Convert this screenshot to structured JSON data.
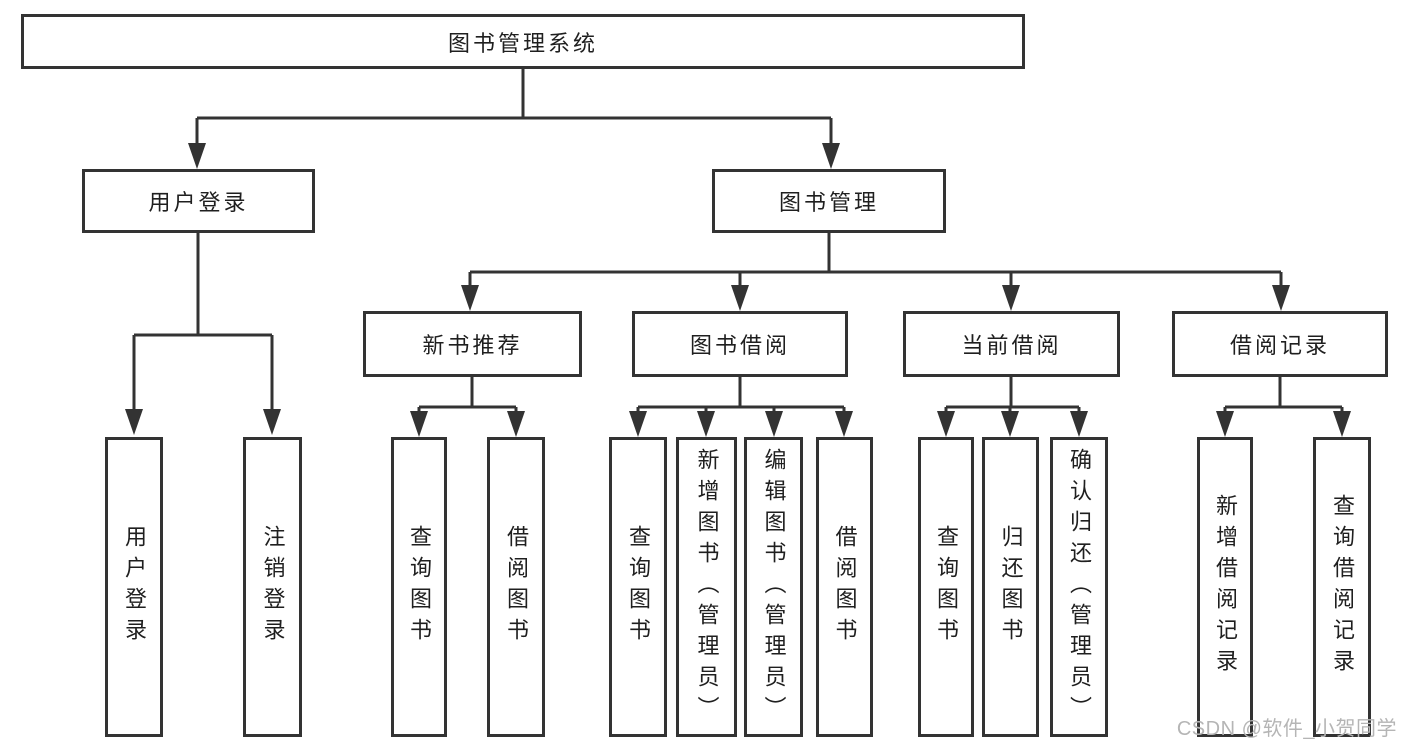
{
  "diagram_title": "图书管理系统",
  "tree": {
    "root": {
      "label": "图书管理系统",
      "children": [
        {
          "label": "用户登录",
          "children": [
            {
              "label": "用户登录"
            },
            {
              "label": "注销登录"
            }
          ]
        },
        {
          "label": "图书管理",
          "children": [
            {
              "label": "新书推荐",
              "children": [
                {
                  "label": "查询图书"
                },
                {
                  "label": "借阅图书"
                }
              ]
            },
            {
              "label": "图书借阅",
              "children": [
                {
                  "label": "查询图书"
                },
                {
                  "label": "新增图书（管理员）"
                },
                {
                  "label": "编辑图书（管理员）"
                },
                {
                  "label": "借阅图书"
                }
              ]
            },
            {
              "label": "当前借阅",
              "children": [
                {
                  "label": "查询图书"
                },
                {
                  "label": "归还图书"
                },
                {
                  "label": "确认归还（管理员）"
                }
              ]
            },
            {
              "label": "借阅记录",
              "children": [
                {
                  "label": "新增借阅记录"
                },
                {
                  "label": "查询借阅记录"
                }
              ]
            }
          ]
        }
      ]
    }
  },
  "watermark": {
    "text": "CSDN @软件_小贺同学"
  },
  "colors": {
    "line": "#333333",
    "text": "#1f1f1f",
    "watermark": "#b5b5b5",
    "background": "#ffffff"
  }
}
